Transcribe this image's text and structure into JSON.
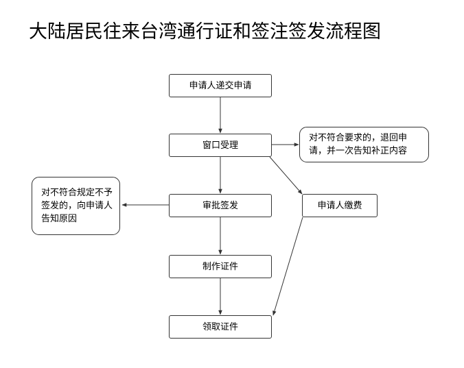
{
  "title": "大陆居民往来台湾通行证和签注签发流程图",
  "nodes": {
    "apply": "申请人递交申请",
    "window": "窗口受理",
    "approve": "审批签发",
    "make": "制作证件",
    "collect": "领取证件",
    "fee": "申请人缴费",
    "reject_window": "对不符合要求的，退回申请，并一次告知补正内容",
    "reject_approve": "对不符合规定不予签发的，向申请人告知原因"
  },
  "colors": {
    "border": "#333333",
    "line": "#333333",
    "text": "#000000"
  }
}
